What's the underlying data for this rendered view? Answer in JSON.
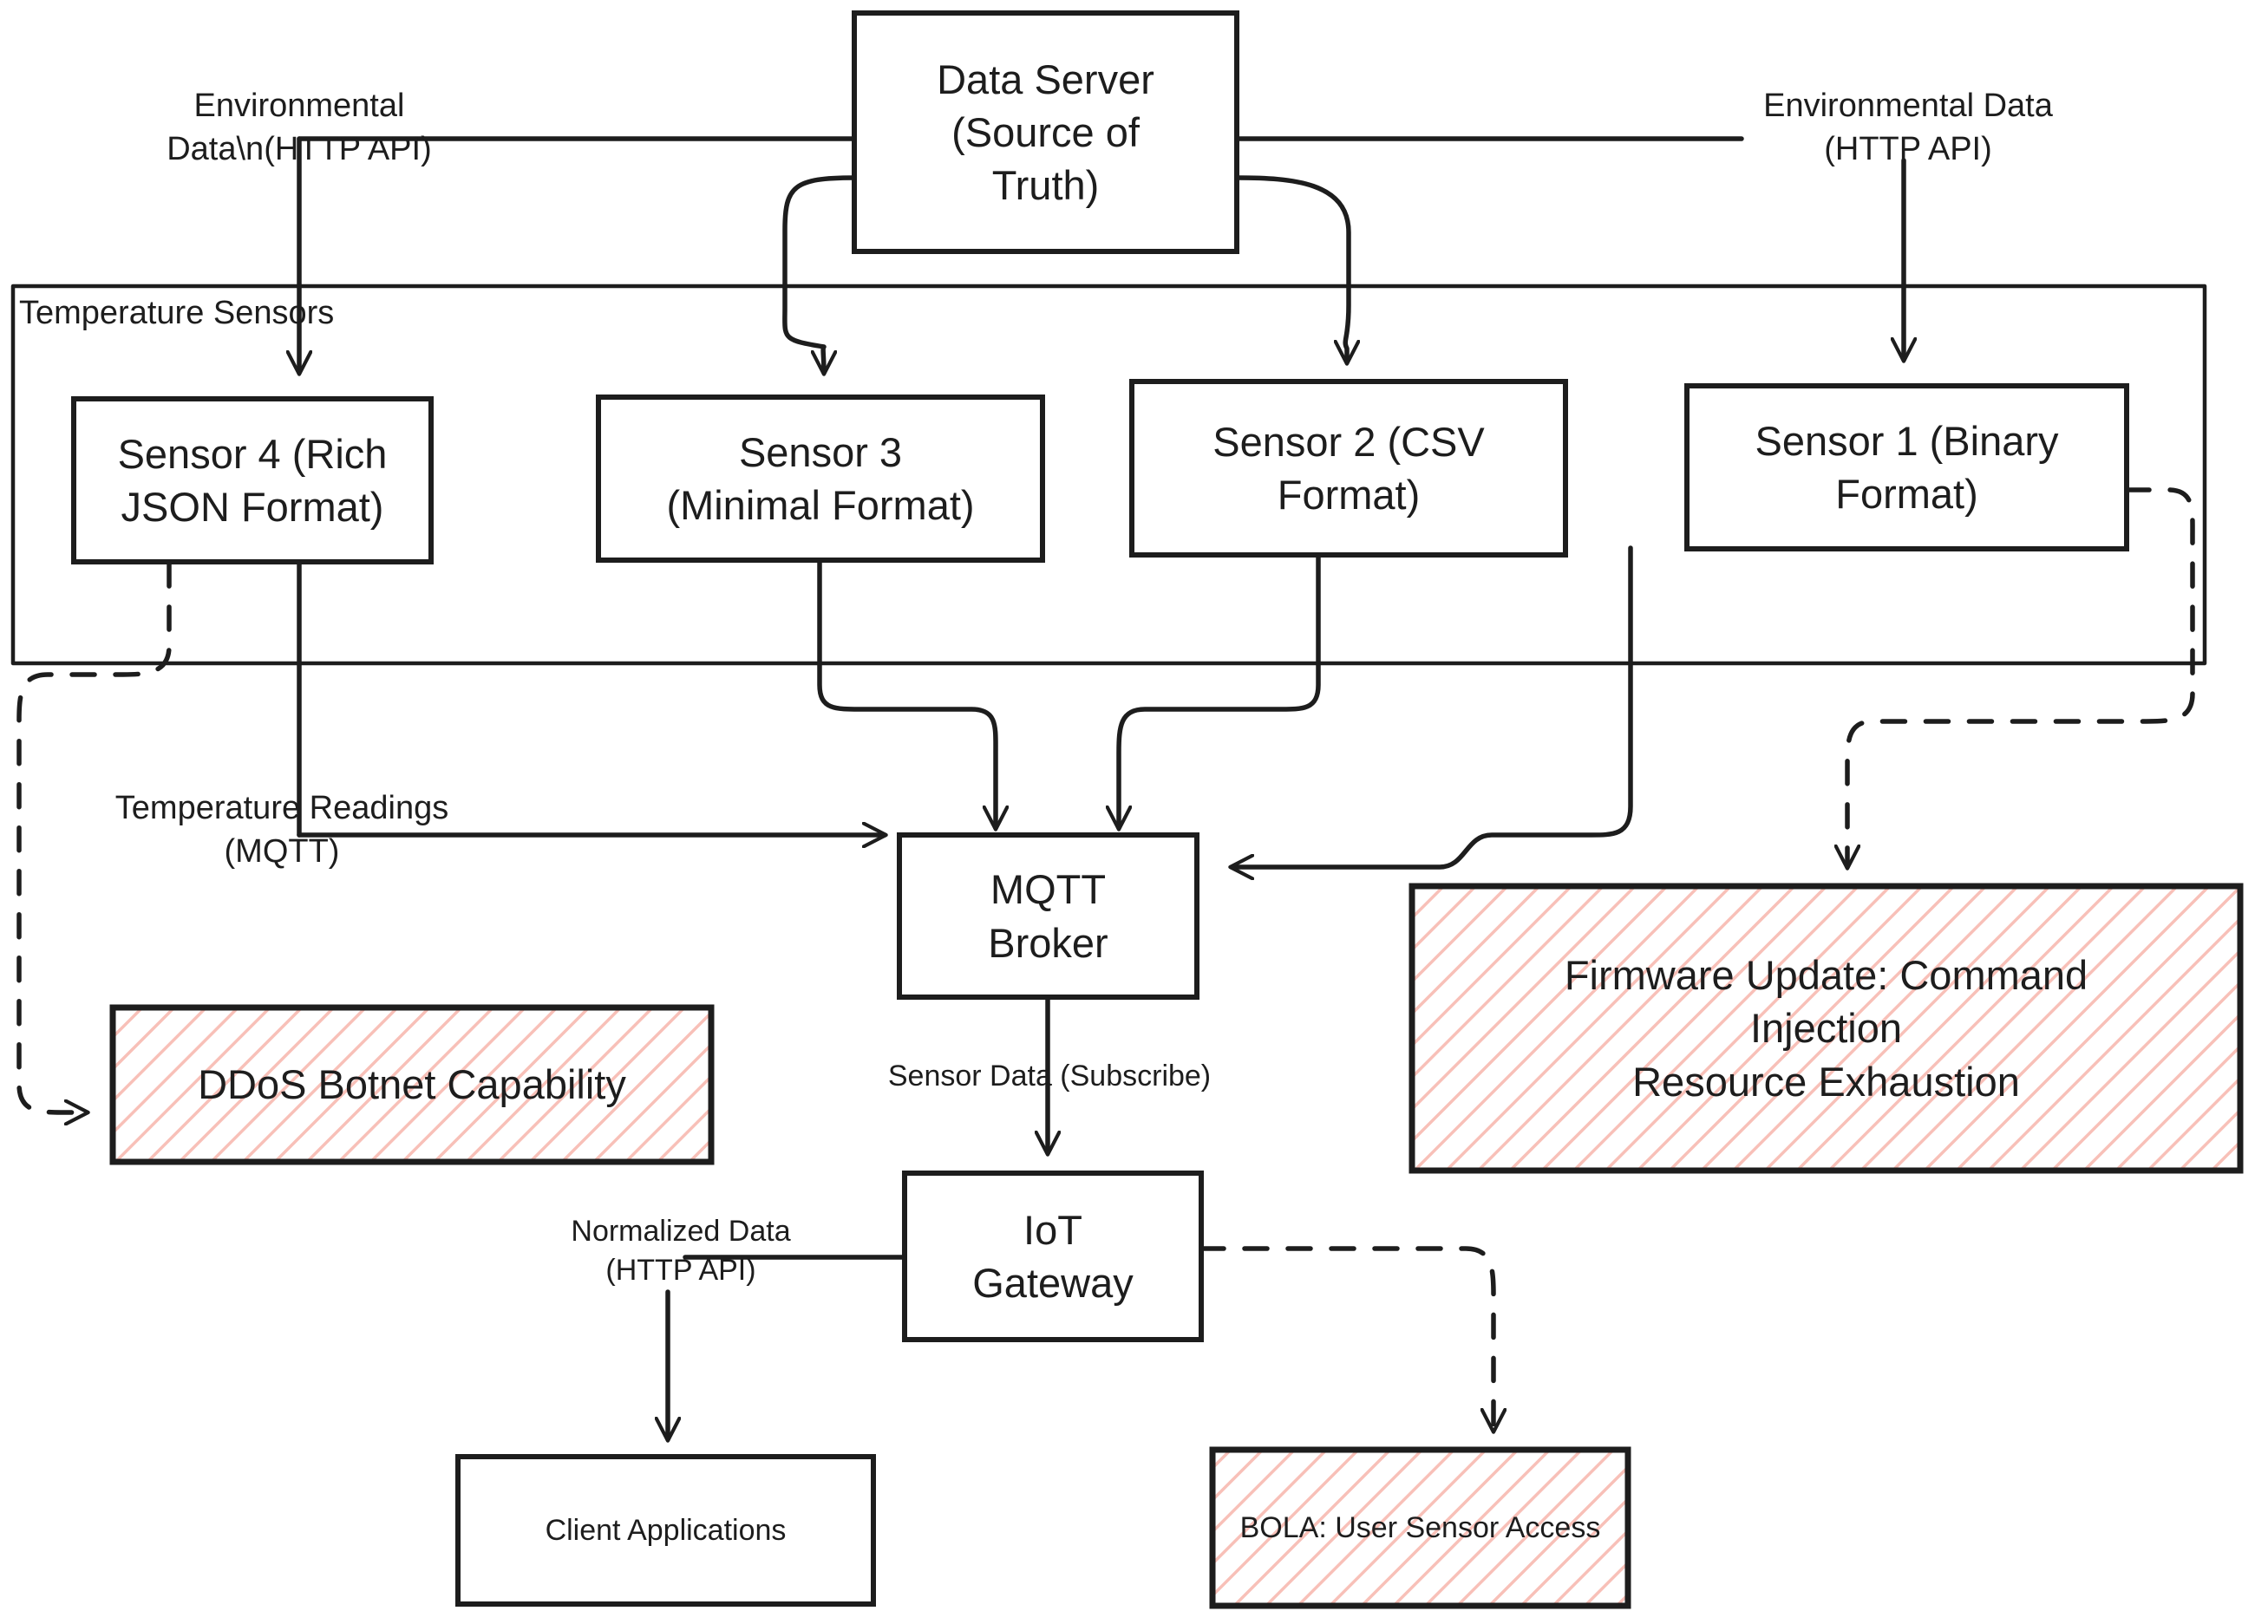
{
  "diagram": {
    "title": "IoT Sensor Data Pipeline Threat Model",
    "colors": {
      "stroke": "#1d1d1d",
      "node_fill": "#ffffff",
      "threat_hatch": "#f8c9c4",
      "background": "#ffffff"
    },
    "subgraph": {
      "label": "Temperature Sensors"
    },
    "nodes": [
      {
        "id": "data-server",
        "label": "Data Server\n(Source of\nTruth)",
        "kind": "process"
      },
      {
        "id": "sensor-4",
        "label": "Sensor 4 (Rich\nJSON Format)",
        "kind": "sensor"
      },
      {
        "id": "sensor-3",
        "label": "Sensor 3\n(Minimal Format)",
        "kind": "sensor"
      },
      {
        "id": "sensor-2",
        "label": "Sensor 2 (CSV\nFormat)",
        "kind": "sensor"
      },
      {
        "id": "sensor-1",
        "label": "Sensor 1 (Binary\nFormat)",
        "kind": "sensor"
      },
      {
        "id": "mqtt-broker",
        "label": "MQTT\nBroker",
        "kind": "process"
      },
      {
        "id": "iot-gateway",
        "label": "IoT\nGateway",
        "kind": "process"
      },
      {
        "id": "client-applications",
        "label": "Client Applications",
        "kind": "process"
      },
      {
        "id": "ddos-botnet",
        "label": "DDoS Botnet Capability",
        "kind": "threat"
      },
      {
        "id": "firmware-update",
        "label": "Firmware Update: Command\nInjection\nResource Exhaustion",
        "kind": "threat"
      },
      {
        "id": "bola-user-access",
        "label": "BOLA: User Sensor Access",
        "kind": "threat"
      }
    ],
    "edge_labels": [
      {
        "id": "env-data-left",
        "text": "Environmental\nData\\n(HTTP API)"
      },
      {
        "id": "env-data-right",
        "text": "Environmental Data\n(HTTP API)"
      },
      {
        "id": "temp-readings",
        "text": "Temperature Readings\n(MQTT)"
      },
      {
        "id": "sensor-data-sub",
        "text": "Sensor Data (Subscribe)"
      },
      {
        "id": "normalized-data",
        "text": "Normalized Data\n(HTTP API)"
      }
    ],
    "edges": [
      {
        "from": "data-server",
        "to": "sensor-4",
        "style": "solid",
        "label": "env-data-left"
      },
      {
        "from": "data-server",
        "to": "sensor-3",
        "style": "solid",
        "label": ""
      },
      {
        "from": "data-server",
        "to": "sensor-2",
        "style": "solid",
        "label": ""
      },
      {
        "from": "data-server",
        "to": "sensor-1",
        "style": "solid",
        "label": "env-data-right"
      },
      {
        "from": "sensor-4",
        "to": "mqtt-broker",
        "style": "solid",
        "label": "temp-readings"
      },
      {
        "from": "sensor-3",
        "to": "mqtt-broker",
        "style": "solid",
        "label": ""
      },
      {
        "from": "sensor-2",
        "to": "mqtt-broker",
        "style": "solid",
        "label": ""
      },
      {
        "from": "sensor-1",
        "to": "mqtt-broker",
        "style": "solid",
        "label": ""
      },
      {
        "from": "sensor-4",
        "to": "ddos-botnet",
        "style": "dashed",
        "label": ""
      },
      {
        "from": "sensor-1",
        "to": "firmware-update",
        "style": "dashed",
        "label": ""
      },
      {
        "from": "mqtt-broker",
        "to": "iot-gateway",
        "style": "solid",
        "label": "sensor-data-sub"
      },
      {
        "from": "iot-gateway",
        "to": "client-applications",
        "style": "solid",
        "label": "normalized-data"
      },
      {
        "from": "iot-gateway",
        "to": "bola-user-access",
        "style": "dashed",
        "label": ""
      }
    ]
  }
}
